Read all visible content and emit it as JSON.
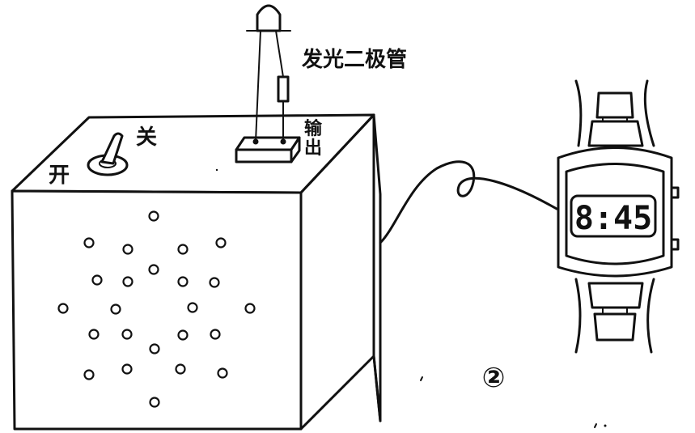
{
  "labels": {
    "led": "发光二极管",
    "switch_on": "开",
    "switch_off": "关",
    "output_line1": "输",
    "output_line2": "出"
  },
  "watch": {
    "time": "8:45"
  },
  "figure": {
    "number": "②"
  }
}
